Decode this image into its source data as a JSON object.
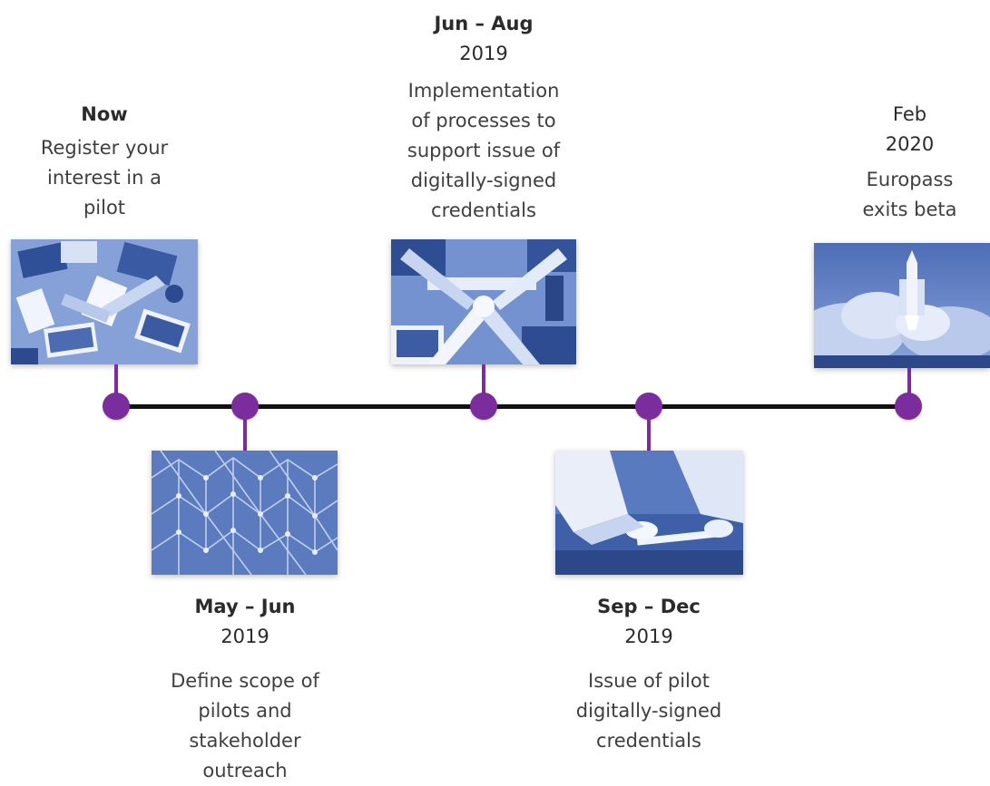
{
  "milestones": [
    {
      "date_line1": "Now",
      "date_line2": "",
      "description": "Register your interest in a pilot",
      "photo_icon": "laptops-meeting-photo"
    },
    {
      "date_line1": "May – Jun",
      "date_line2": "2019",
      "description": "Define scope of pilots and stakeholder outreach",
      "photo_icon": "network-structure-photo"
    },
    {
      "date_line1": "Jun – Aug",
      "date_line2": "2019",
      "description": "Implementation of processes to support issue of digitally-signed credentials",
      "photo_icon": "teamwork-hands-photo"
    },
    {
      "date_line1": "Sep – Dec",
      "date_line2": "2019",
      "description": "Issue of pilot digitally-signed credentials",
      "photo_icon": "tablet-hands-photo"
    },
    {
      "date_line1": "Feb",
      "date_line2": "2020",
      "description": "Europass exits beta",
      "photo_icon": "rocket-launch-photo"
    }
  ],
  "colors": {
    "accent": "#7b2d9e",
    "line": "#111111",
    "photo_tint": "#3d5fa8"
  }
}
